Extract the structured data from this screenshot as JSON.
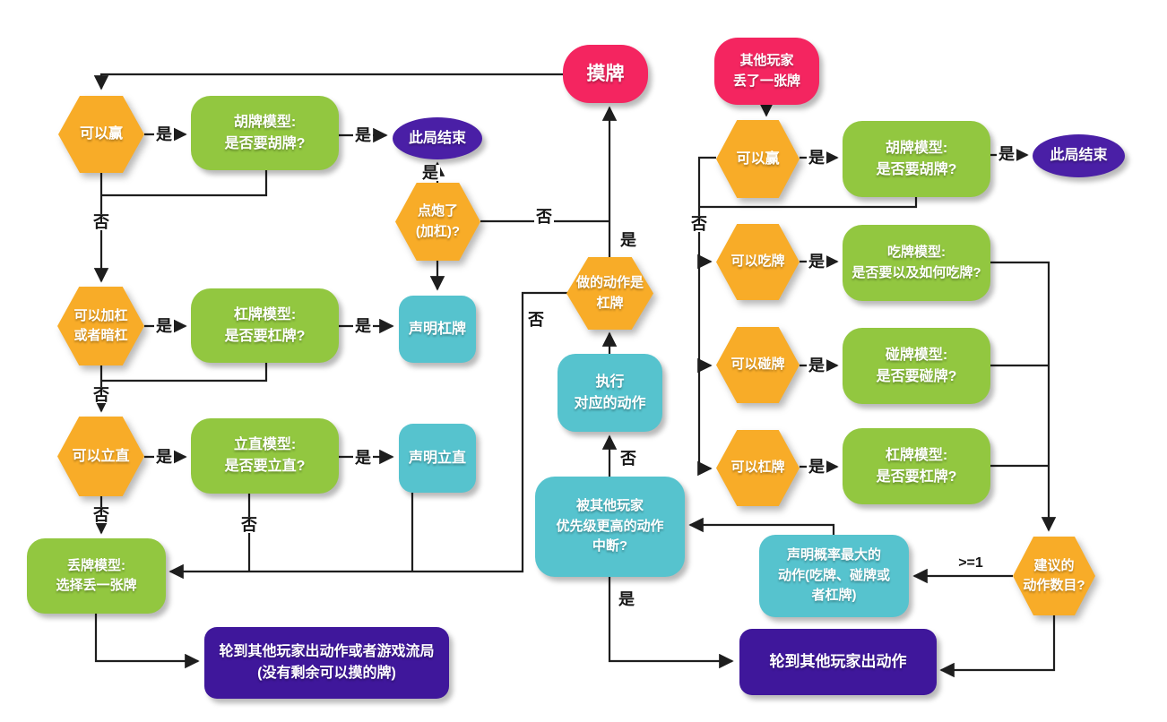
{
  "colors": {
    "orange": "#F8AC28",
    "green": "#92C740",
    "cyan": "#56C3CE",
    "pink": "#F42560",
    "purple": "#3F179B",
    "purple-ellipse": "#4A1FA6",
    "line": "#1E1E1E",
    "background": "#FFFFFF",
    "edge-label": "#161616"
  },
  "nodes": {
    "mopai": "摸牌",
    "other_discard": "其他玩家\n丢了一张牌",
    "win_l": "可以赢",
    "hu_model_l": "胡牌模型:\n是否要胡牌?",
    "end_l": "此局结束",
    "dianpao": "点炮了\n(加杠)?",
    "declare_gang": "声明杠牌",
    "jiagang": "可以加杠\n或者暗杠",
    "gang_model_l": "杠牌模型:\n是否要杠牌?",
    "lizhi": "可以立直",
    "lizhi_model": "立直模型:\n是否要立直?",
    "declare_lizhi": "声明立直",
    "diupai": "丢牌模型:\n选择丢一张牌",
    "other_turn_l": "轮到其他玩家出动作或者游戏流局\n(没有剩余可以摸的牌)",
    "action_is_gang": "做的动作是\n杠牌",
    "execute": "执行\n对应的动作",
    "interrupted": "被其他玩家\n优先级更高的动作\n中断?",
    "win_r": "可以赢",
    "hu_model_r": "胡牌模型:\n是否要胡牌?",
    "end_r": "此局结束",
    "chi": "可以吃牌",
    "chi_model": "吃牌模型:\n是否要以及如何吃牌?",
    "peng": "可以碰牌",
    "peng_model": "碰牌模型:\n是否要碰牌?",
    "gang_r": "可以杠牌",
    "gang_model_r": "杠牌模型:\n是否要杠牌?",
    "suggest": "建议的\n动作数目?",
    "declare_prob": "声明概率最大的\n动作(吃牌、碰牌或\n者杠牌)",
    "other_turn_r": "轮到其他玩家出动作"
  },
  "edge_labels": {
    "win_l_yes": "是",
    "hu_l_yes": "是",
    "win_l_no": "否",
    "jiagang_yes": "是",
    "gang_l_yes": "是",
    "jiagang_no": "否",
    "lizhi_yes": "是",
    "lizhi_model_yes": "是",
    "lizhi_no": "否",
    "lizhi_model_no": "否",
    "dianpao_yes": "是",
    "dianpao_no": "否",
    "action_gang_yes": "是",
    "action_gang_no": "否",
    "interrupt_no": "否",
    "interrupt_yes": "是",
    "win_r_yes": "是",
    "hu_r_yes": "是",
    "win_r_no": "否",
    "chi_yes": "是",
    "peng_yes": "是",
    "gang_r_yes": "是",
    "count_ge1": ">=1"
  }
}
